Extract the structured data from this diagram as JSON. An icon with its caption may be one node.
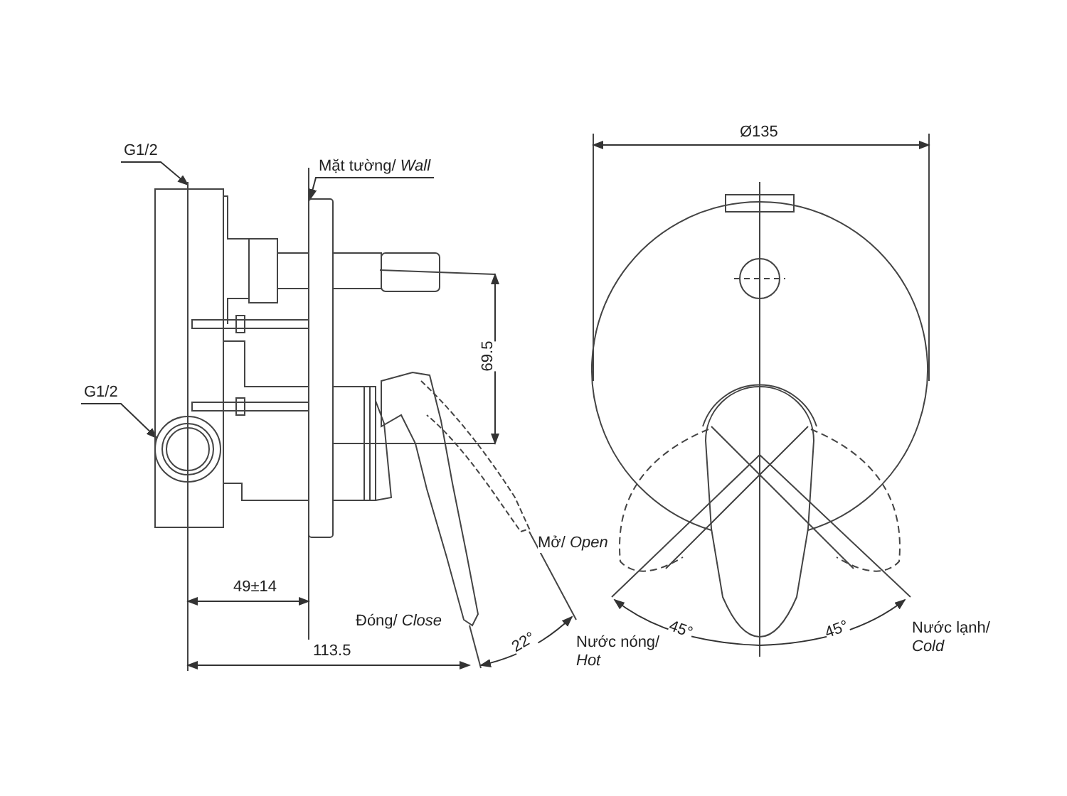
{
  "diagram": {
    "nodes": [
      {
        "text": [
          "G1/2"
        ]
      },
      {
        "text": [
          "G1/2"
        ]
      },
      {
        "text": [
          "Mặt tường/ *Wall*"
        ]
      }
    ],
    "edges": [
      {
        "from": 0,
        "to": null,
        "arrow": "to"
      },
      {
        "from": 1,
        "to": null,
        "arrow": "to"
      },
      {
        "from": 2,
        "to": null,
        "arrow": "to"
      }
    ],
    "labels": [
      "Ø135",
      "69.5",
      "Mở/ *Open*",
      "49±14",
      "Đóng/ *Close*",
      "22°",
      "Nước nóng/ *Hot*",
      "45°",
      "45°",
      "Nước lạnh/ *Cold*",
      "113.5"
    ]
  }
}
